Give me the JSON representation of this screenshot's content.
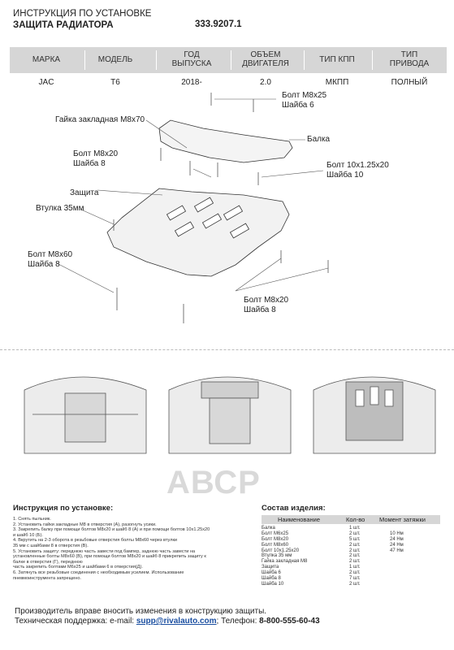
{
  "header": {
    "title_line1": "ИНСТРУКЦИЯ ПО УСТАНОВКЕ",
    "title_line2": "ЗАЩИТА РАДИАТОРА",
    "code": "333.9207.1"
  },
  "spec_table": {
    "headers": [
      "МАРКА",
      "МОДЕЛЬ",
      "ГОД\nВЫПУСКА",
      "ОБЪЕМ\nДВИГАТЕЛЯ",
      "ТИП КПП",
      "ТИП\nПРИВОДА"
    ],
    "row": [
      "JAC",
      "T6",
      "2018-",
      "2.0",
      "МКПП",
      "ПОЛНЫЙ"
    ]
  },
  "callouts": {
    "bolt_m8x25": "Болт М8х25",
    "washer_6": "Шайба 6",
    "nut_m8x70": "Гайка закладная М8х70",
    "beam": "Балка",
    "bolt_m8x20_a": "Болт М8х20",
    "washer_8_a": "Шайба 8",
    "bolt_10x125x20": "Болт 10х1.25х20",
    "washer_10": "Шайба 10",
    "guard": "Защита",
    "bushing_35": "Втулка 35мм",
    "bolt_m8x60": "Болт М8х60",
    "washer_8_b": "Шайба 8",
    "bolt_m8x20_b": "Болт М8х20",
    "washer_8_c": "Шайба 8"
  },
  "watermark": "АВСР",
  "install": {
    "title": "Инструкция по установке:",
    "steps": [
      "1. Снять пыльник.",
      "2. Установить гайки закладные М8 в отверстия (А), разогнуть усики.",
      "3. Закрепить балку при помощи болтов М8х20 и шайб 8 (А) и при помощи болтов 10х1.25х20",
      "и шайб 10 (Б).",
      "4. Вкрутить на 2-3 оборота в резьбовые отверстия болты М8х60 через втулки",
      "35 мм с шайбами 8 в отверстия (В).",
      "5. Установить защиту: переднюю часть завести под бампер, заднюю часть завести на",
      "установленные болты М8х60 (В), при помощи болтов М8х20 и шайб 8 прикрепить защиту к",
      "балке в отверстия (Г), переднюю",
      "часть закрепить болтами М6х25 и шайбами 6 в отверстия(Д).",
      "6. Затянуть все резьбовые соединения с необходимым усилием. Использование",
      "пневмоинструмента запрещено."
    ]
  },
  "parts": {
    "title": "Состав изделия:",
    "headers": [
      "Наименование",
      "Кол-во",
      "Момент затяжки"
    ],
    "rows": [
      {
        "name": "Балка",
        "qty": "1 шт.",
        "torque": ""
      },
      {
        "name": "Болт М6х25",
        "qty": "2 шт.",
        "torque": "10 Нм"
      },
      {
        "name": "Болт М8х20",
        "qty": "5 шт.",
        "torque": "24 Нм"
      },
      {
        "name": "Болт М8х60",
        "qty": "2 шт.",
        "torque": "24 Нм"
      },
      {
        "name": "Болт 10х1.25х20",
        "qty": "2 шт.",
        "torque": "47 Нм"
      },
      {
        "name": "Втулка 35 мм",
        "qty": "2 шт.",
        "torque": ""
      },
      {
        "name": "Гайка закладная М8",
        "qty": "2 шт.",
        "torque": ""
      },
      {
        "name": "Защита",
        "qty": "1 шт.",
        "torque": ""
      },
      {
        "name": "Шайба 6",
        "qty": "2 шт.",
        "torque": ""
      },
      {
        "name": "Шайба 8",
        "qty": "7 шт.",
        "torque": ""
      },
      {
        "name": "Шайба 10",
        "qty": "2 шт.",
        "torque": ""
      }
    ]
  },
  "footer": {
    "notice": "Производитель вправе вносить изменения в конструкцию защиты.",
    "support_label": "Техническая поддержка:  e-mail:",
    "email": "supp@rivalauto.com",
    "phone_label": "; Телефон:",
    "phone": "8-800-555-60-43"
  }
}
